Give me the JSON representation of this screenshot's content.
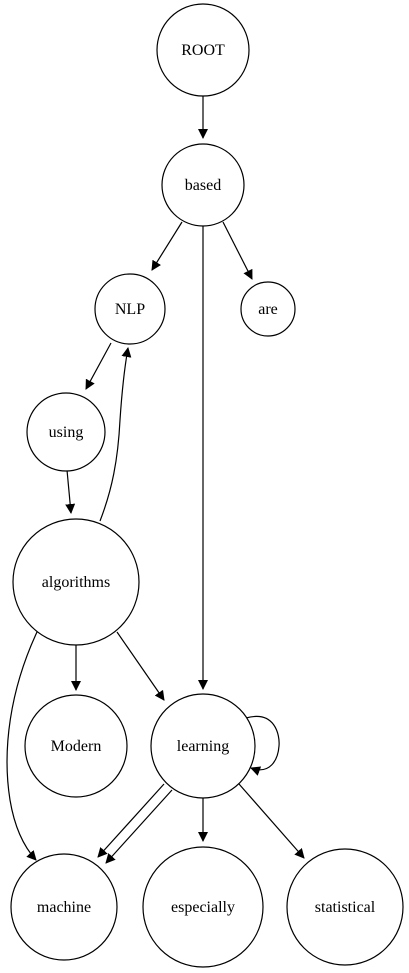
{
  "diagram": {
    "nodes": [
      {
        "id": "root",
        "label": "ROOT"
      },
      {
        "id": "based",
        "label": "based"
      },
      {
        "id": "nlp",
        "label": "NLP"
      },
      {
        "id": "are",
        "label": "are"
      },
      {
        "id": "using",
        "label": "using"
      },
      {
        "id": "algorithms",
        "label": "algorithms"
      },
      {
        "id": "modern",
        "label": "Modern"
      },
      {
        "id": "learning",
        "label": "learning"
      },
      {
        "id": "machine",
        "label": "machine"
      },
      {
        "id": "especially",
        "label": "especially"
      },
      {
        "id": "statistical",
        "label": "statistical"
      }
    ],
    "edges": [
      {
        "from": "root",
        "to": "based"
      },
      {
        "from": "based",
        "to": "nlp"
      },
      {
        "from": "based",
        "to": "are"
      },
      {
        "from": "based",
        "to": "learning"
      },
      {
        "from": "nlp",
        "to": "using"
      },
      {
        "from": "using",
        "to": "algorithms"
      },
      {
        "from": "algorithms",
        "to": "nlp"
      },
      {
        "from": "algorithms",
        "to": "modern"
      },
      {
        "from": "algorithms",
        "to": "learning"
      },
      {
        "from": "algorithms",
        "to": "machine"
      },
      {
        "from": "learning",
        "to": "learning"
      },
      {
        "from": "learning",
        "to": "machine"
      },
      {
        "from": "learning",
        "to": "machine"
      },
      {
        "from": "learning",
        "to": "especially"
      },
      {
        "from": "learning",
        "to": "statistical"
      }
    ]
  }
}
